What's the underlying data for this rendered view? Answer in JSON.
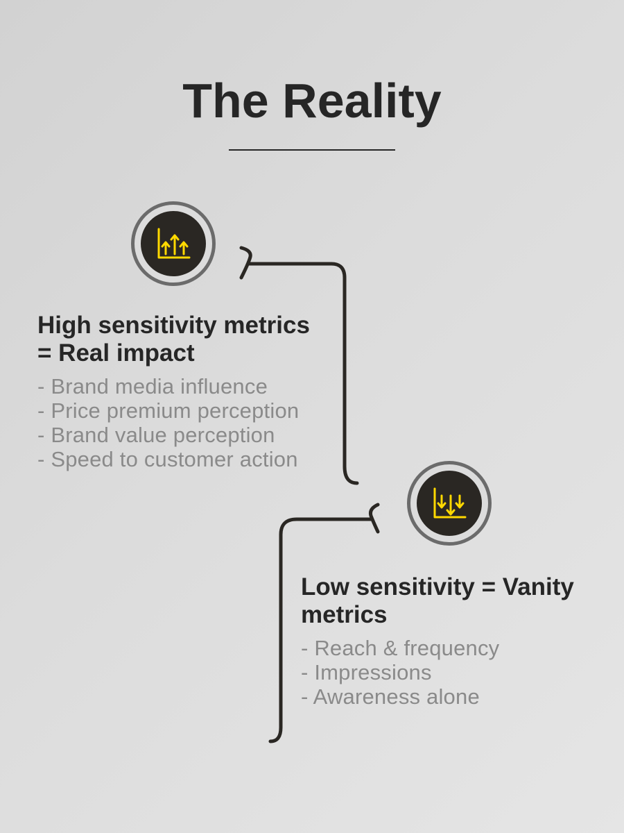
{
  "title": "The Reality",
  "colors": {
    "background": "#dcdcdc",
    "text": "#262626",
    "muted_text": "#8a8a8a",
    "icon_core": "#2a2723",
    "icon_ring": "#6b6b6b",
    "icon_accent": "#ffd900"
  },
  "high": {
    "icon": "chart-arrows-up-icon",
    "heading_line1": "High sensitivity metrics",
    "heading_line2": "= Real impact",
    "items": [
      "- Brand media influence",
      "- Price premium perception",
      "- Brand value perception",
      "- Speed to customer action"
    ]
  },
  "low": {
    "icon": "chart-arrows-down-icon",
    "heading_line1": "Low sensitivity = Vanity",
    "heading_line2": "metrics",
    "items": [
      "- Reach & frequency",
      "- Impressions",
      "- Awareness alone"
    ]
  }
}
